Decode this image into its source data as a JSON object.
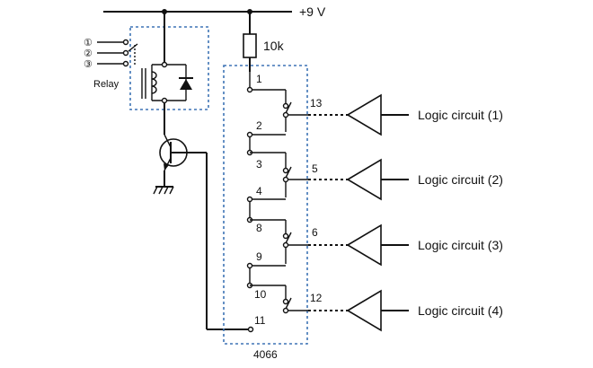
{
  "supply_label": "+9 V",
  "resistor_label": "10k",
  "relay_label": "Relay",
  "relay_contacts": [
    "①",
    "②",
    "③"
  ],
  "ic_label": "4066",
  "pins": {
    "p1": "1",
    "p2": "2",
    "p3": "3",
    "p4": "4",
    "p5": "5",
    "p6": "6",
    "p8": "8",
    "p9": "9",
    "p10": "10",
    "p11": "11",
    "p12": "12",
    "p13": "13"
  },
  "outputs": [
    "Logic circuit (1)",
    "Logic circuit (2)",
    "Logic circuit (3)",
    "Logic circuit (4)"
  ]
}
